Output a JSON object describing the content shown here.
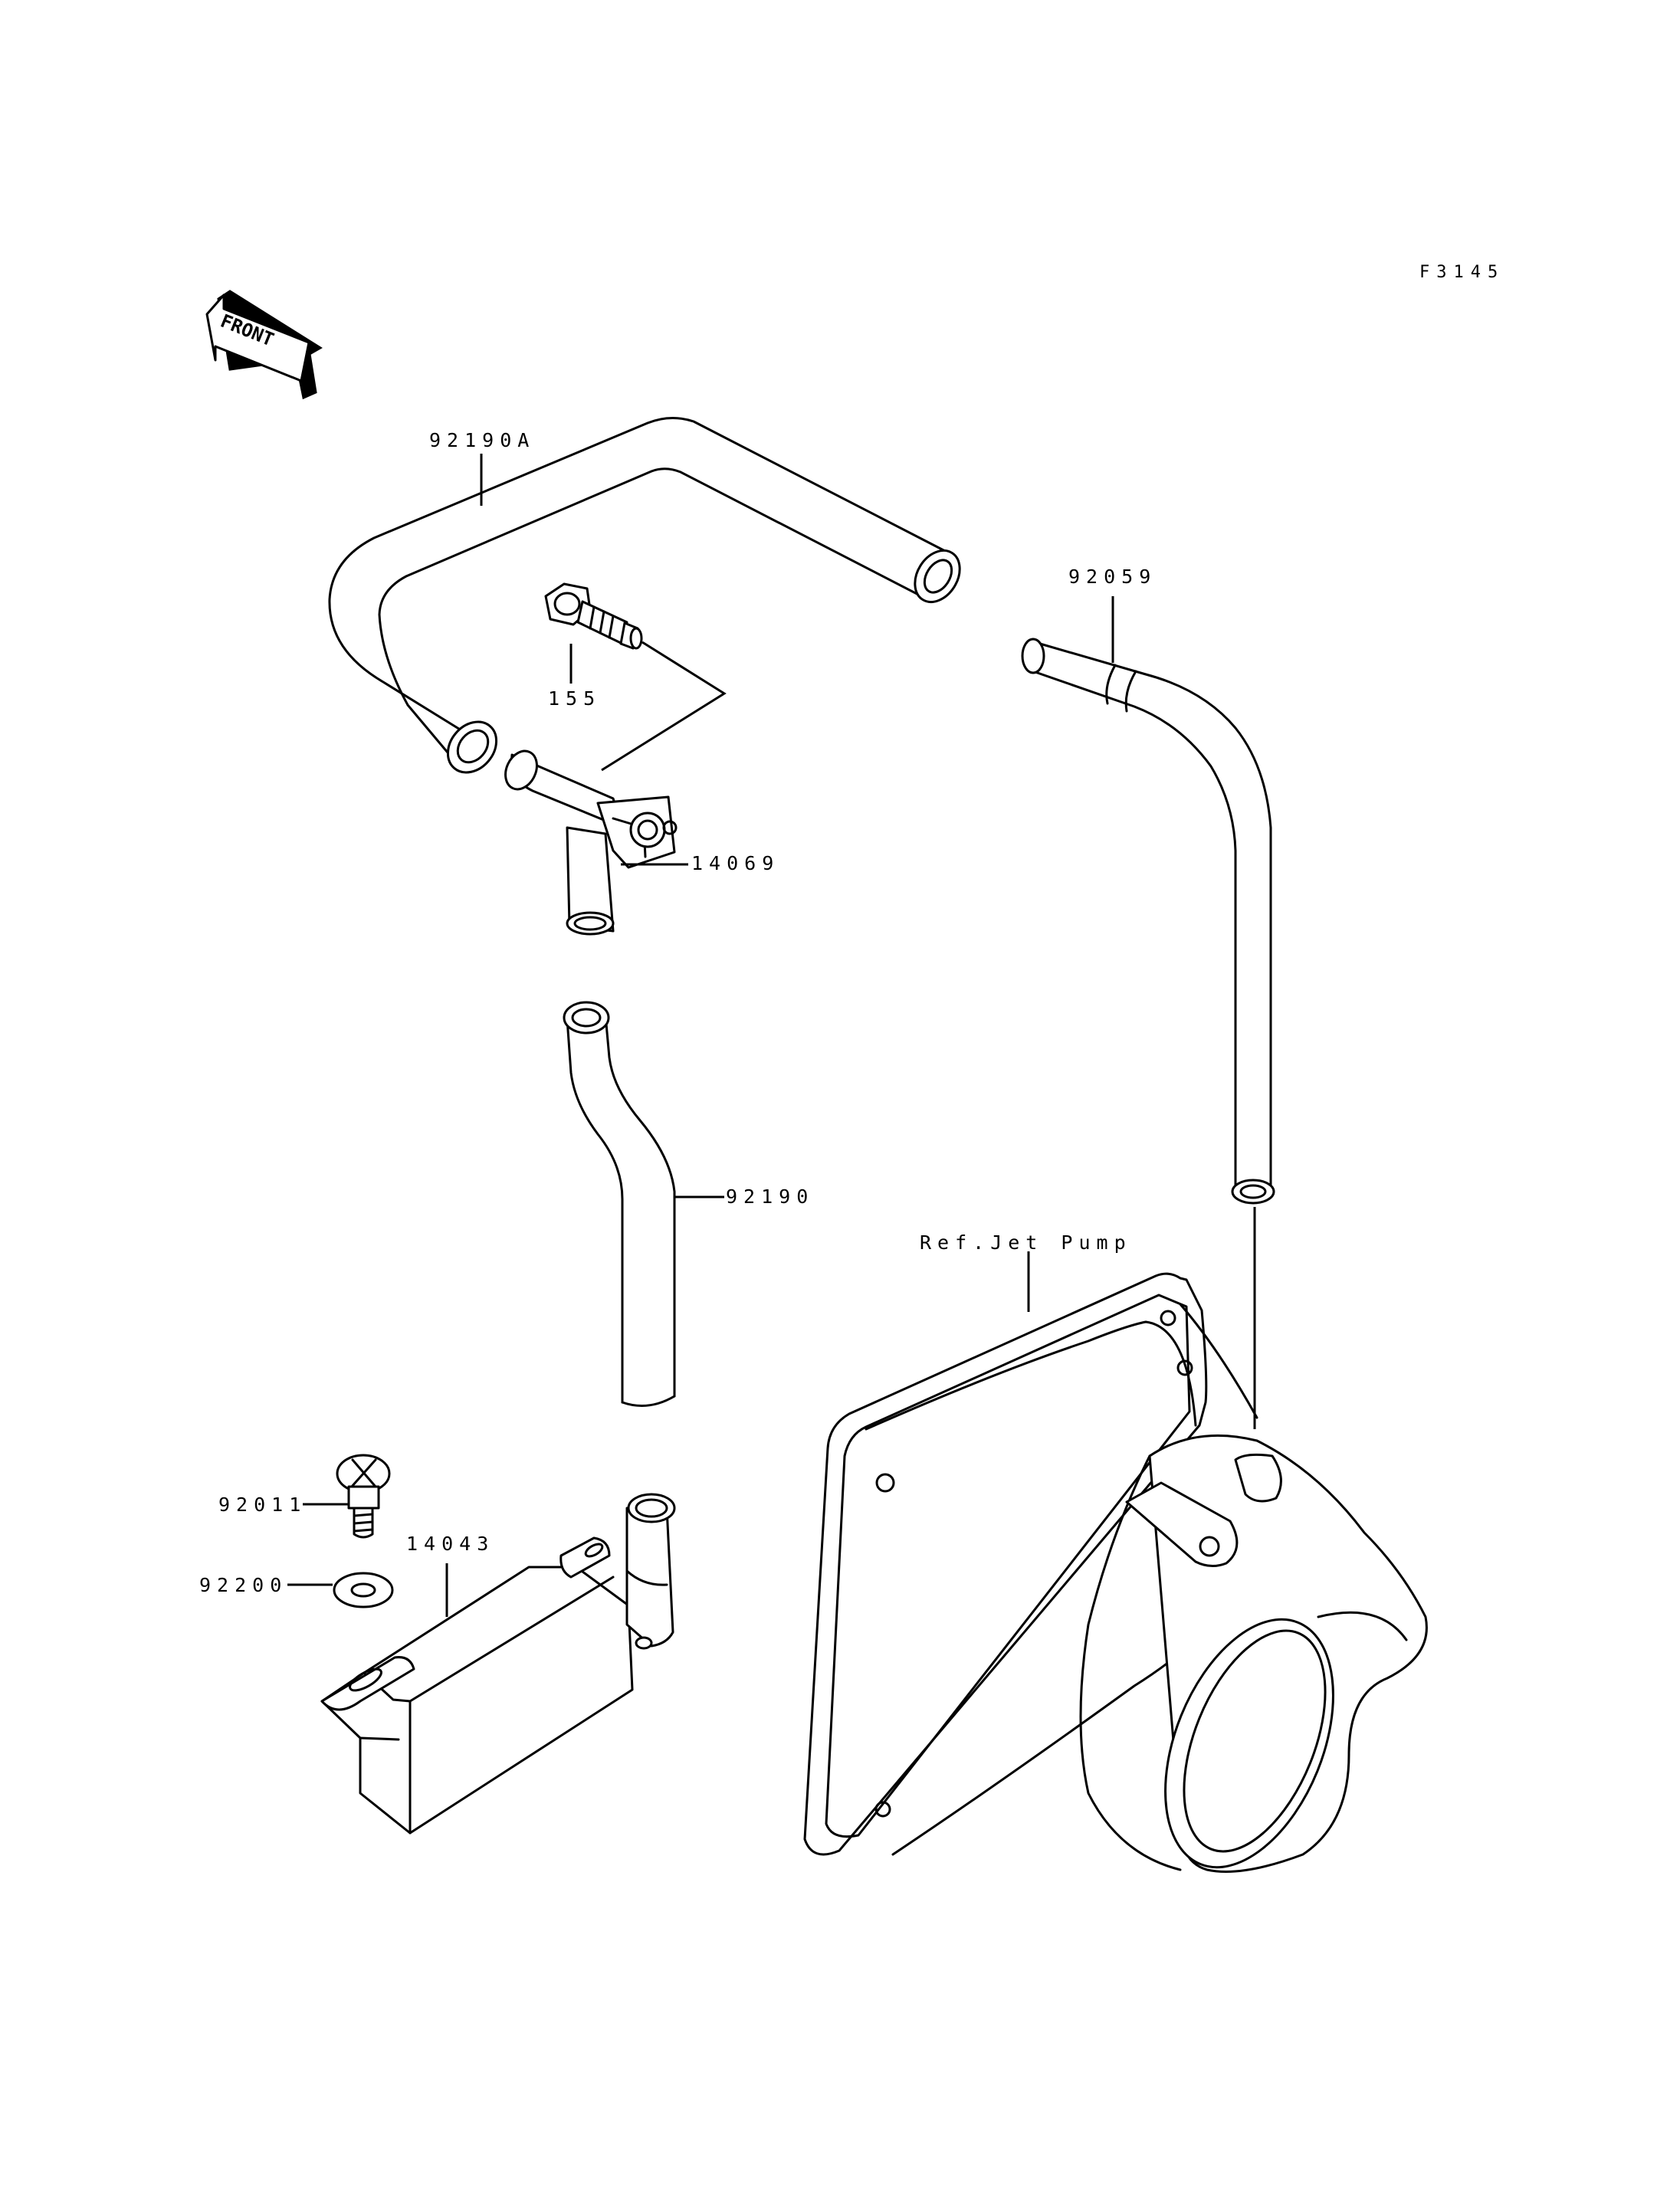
{
  "figure_code": "F3145",
  "direction_badge": "FRONT",
  "parts": {
    "hose_upper": "92190A",
    "bolt": "155",
    "bypass_fitting": "14069",
    "hose_lower": "92190",
    "hose_cooling": "92059",
    "reference": "Ref.Jet Pump",
    "screw": "92011",
    "washer": "92200",
    "water_filter": "14043"
  }
}
